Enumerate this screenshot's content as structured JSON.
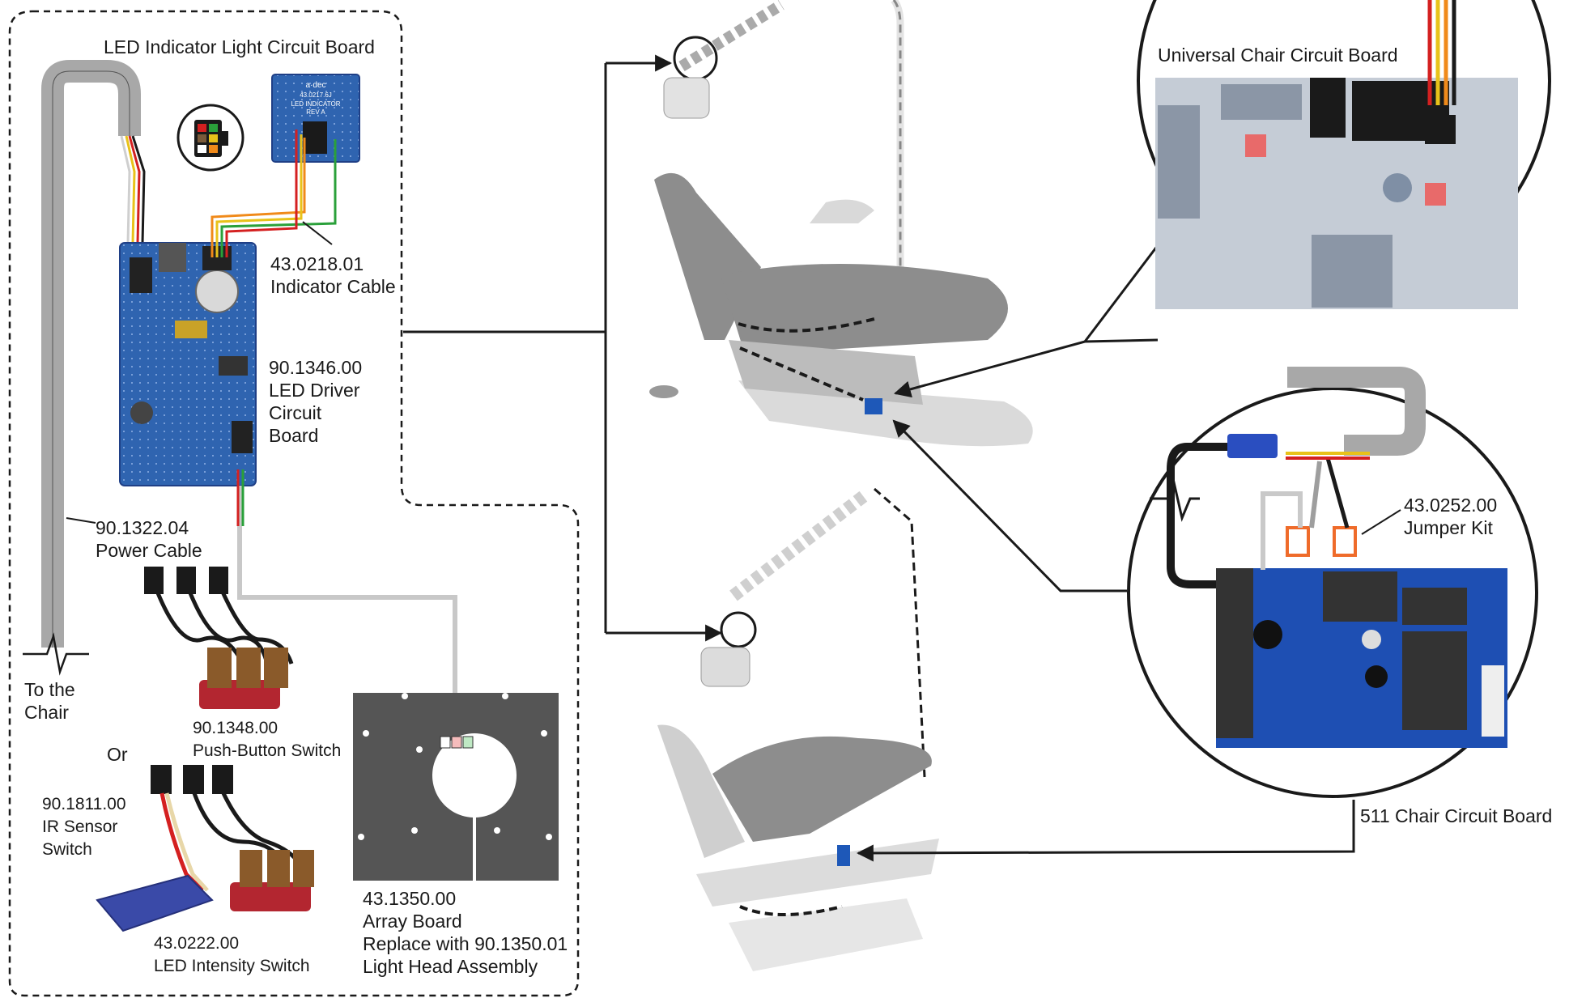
{
  "labels": {
    "led_indicator_board": "LED Indicator Light Circuit Board",
    "indicator_cable": [
      "43.0218.01",
      "Indicator Cable"
    ],
    "led_driver": [
      "90.1346.00",
      "LED Driver",
      "Circuit",
      "Board"
    ],
    "power_cable": [
      "90.1322.04",
      "Power Cable"
    ],
    "to_the_chair": [
      "To the",
      "Chair"
    ],
    "push_button": [
      "90.1348.00",
      "Push-Button Switch"
    ],
    "or": "Or",
    "ir_sensor": [
      "90.1811.00",
      "IR Sensor",
      "Switch"
    ],
    "led_intensity": [
      "43.0222.00",
      "LED Intensity Switch"
    ],
    "array_board": [
      "43.1350.00",
      "Array Board",
      "Replace with 90.1350.01",
      "Light Head Assembly"
    ],
    "universal_chair_board": "Universal Chair Circuit Board",
    "jumper_kit": [
      "43.0252.00",
      "Jumper Kit"
    ],
    "chair_511_board": "511 Chair Circuit Board"
  },
  "indicator_board_silkscreen": [
    "a·dec",
    "43.0217.6J",
    "LED INDICATOR",
    "REV A"
  ],
  "colors": {
    "line": "#1a1a1a",
    "pcb_blue": "#2f64b0",
    "pcb_dark": "#1f3f86",
    "cable_gray": "#a8a8a8",
    "chair_gray": "#8d8d8d",
    "wire_red": "#d42020",
    "wire_yellow": "#e8c21a",
    "wire_green": "#2aa03a",
    "wire_orange": "#f08a1a"
  }
}
